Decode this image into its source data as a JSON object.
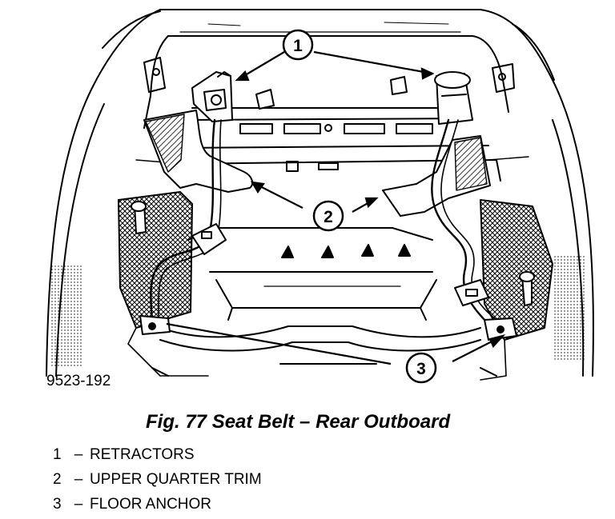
{
  "figure": {
    "code": "9523-192",
    "caption": "Fig. 77 Seat Belt – Rear Outboard",
    "callouts": [
      "1",
      "2",
      "3"
    ]
  },
  "legend": [
    {
      "num": "1",
      "sep": "–",
      "label": "RETRACTORS"
    },
    {
      "num": "2",
      "sep": "–",
      "label": "UPPER QUARTER TRIM"
    },
    {
      "num": "3",
      "sep": "–",
      "label": "FLOOR ANCHOR"
    }
  ]
}
